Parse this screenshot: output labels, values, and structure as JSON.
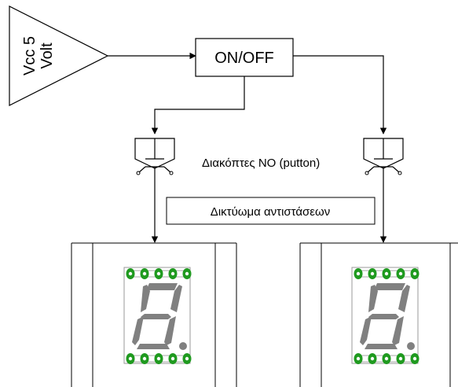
{
  "source": {
    "label_line1": "Vcc 5",
    "label_line2": "Volt"
  },
  "switch_block": {
    "label": "ON/OFF"
  },
  "push_buttons": {
    "caption": "Διακόπτες NO (putton)",
    "count": 2
  },
  "resistor_network": {
    "label": "Δικτύωμα αντιστάσεων"
  },
  "displays": {
    "count": 2,
    "digit_shown": "8",
    "segment_color": "#808080",
    "pin_color": "#1f9a1f"
  },
  "colors": {
    "line": "#000000",
    "background": "#ffffff"
  }
}
